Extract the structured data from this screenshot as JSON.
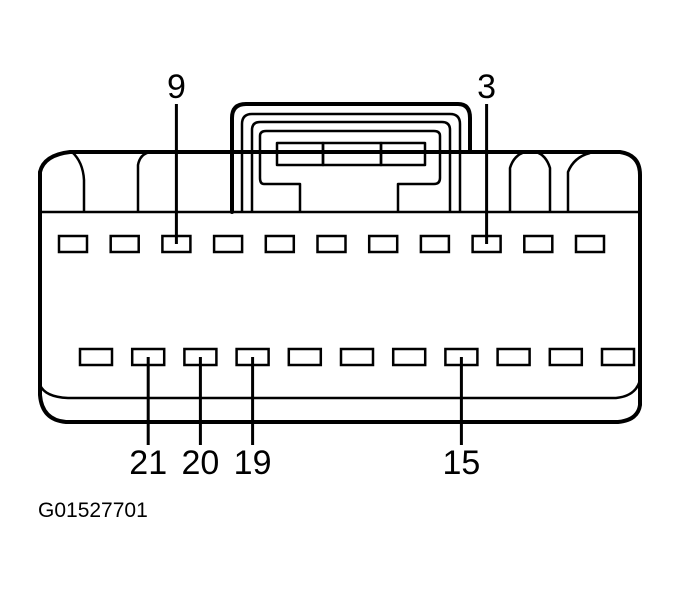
{
  "diagram": {
    "type": "connector-face-view",
    "top_row_pin_count": 11,
    "bottom_row_pin_count": 11,
    "top_labels": [
      {
        "text": "9",
        "slot": 2
      },
      {
        "text": "3",
        "slot": 8
      }
    ],
    "bottom_labels": [
      {
        "text": "21",
        "slot": 1
      },
      {
        "text": "20",
        "slot": 2
      },
      {
        "text": "19",
        "slot": 3
      },
      {
        "text": "15",
        "slot": 7
      }
    ],
    "line_color": "#000000",
    "background_color": "#ffffff"
  },
  "figure_code": "G01527701"
}
